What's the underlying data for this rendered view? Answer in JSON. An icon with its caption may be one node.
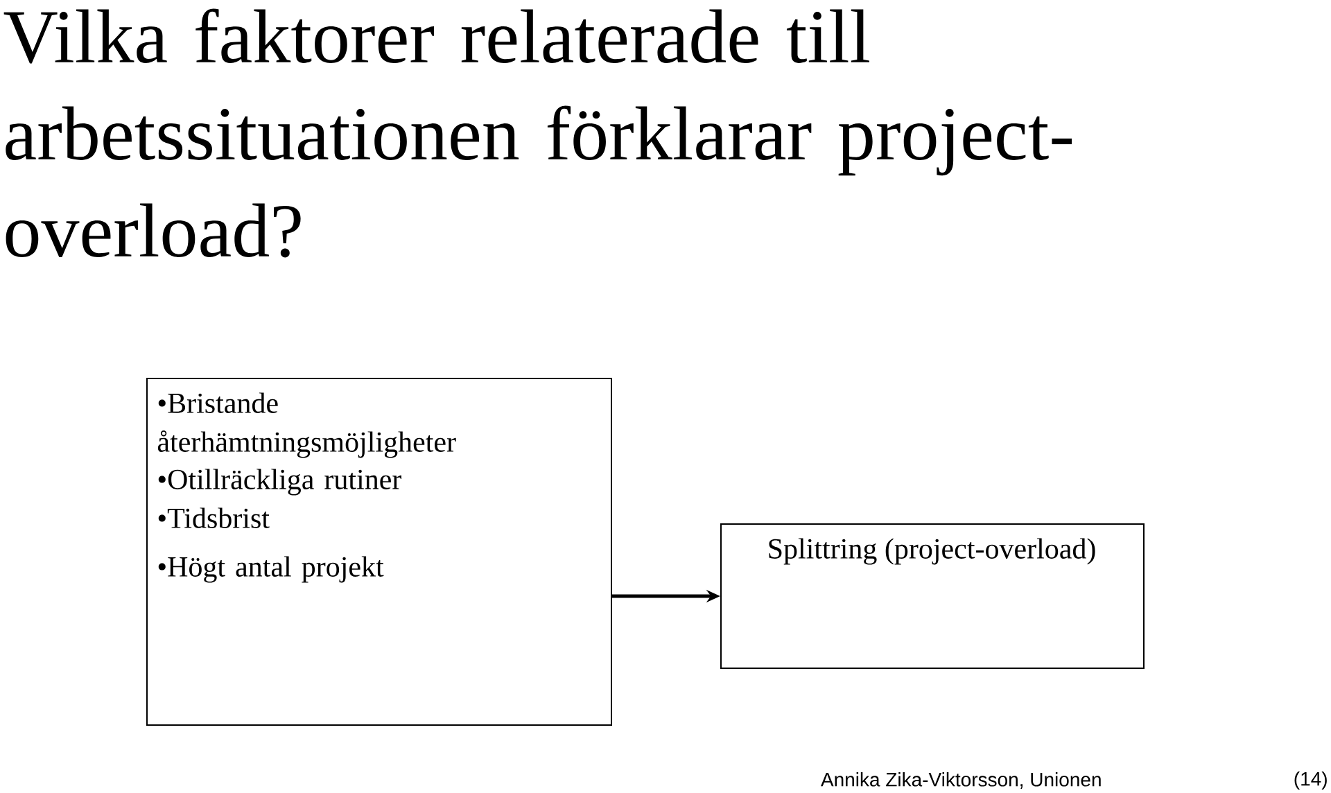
{
  "diagram": {
    "title": "Vilka faktorer relaterade till arbetssituationen förklarar project-overload?",
    "nodes": [
      {
        "text": [
          "•Bristande återhämtningsmöjligheter",
          "•Otillräckliga rutiner",
          "•Tidsbrist",
          "•Högt antal projekt"
        ]
      },
      {
        "text": [
          "Splittring (project-overload)"
        ]
      }
    ],
    "edges": [
      {
        "from": 0,
        "to": 1,
        "arrow": "to"
      }
    ],
    "labels": [
      "Annika Zika-Viktorsson, Unionen",
      "(14)"
    ]
  }
}
